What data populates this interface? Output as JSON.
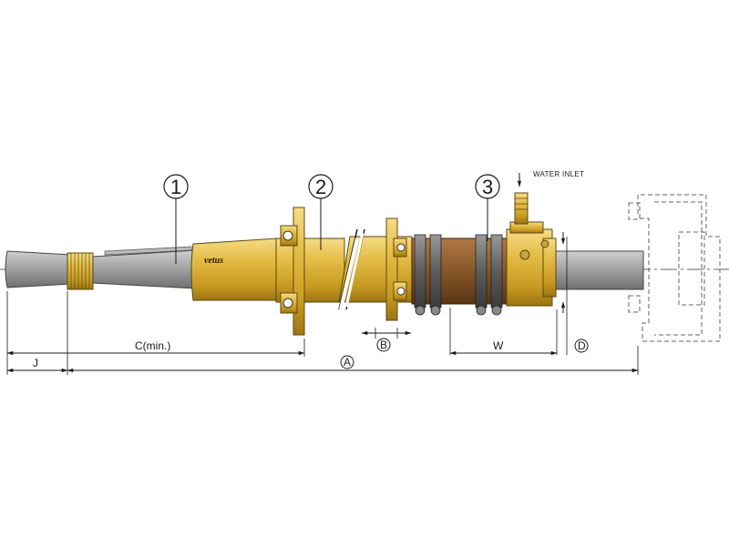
{
  "callouts": {
    "c1": "1",
    "c2": "2",
    "c3": "3"
  },
  "brand": "vetus",
  "water_inlet_label": "WATER INLET",
  "dimensions": {
    "j": "J",
    "c_min": "C(min.)",
    "a": "A",
    "b": "B",
    "w": "W",
    "d": "D"
  },
  "colors": {
    "brass": "#d6ab2e",
    "shaft_gray": "#9a9a9a",
    "hose_brown": "#8a5a2a",
    "clamp": "#5a5a5a"
  }
}
